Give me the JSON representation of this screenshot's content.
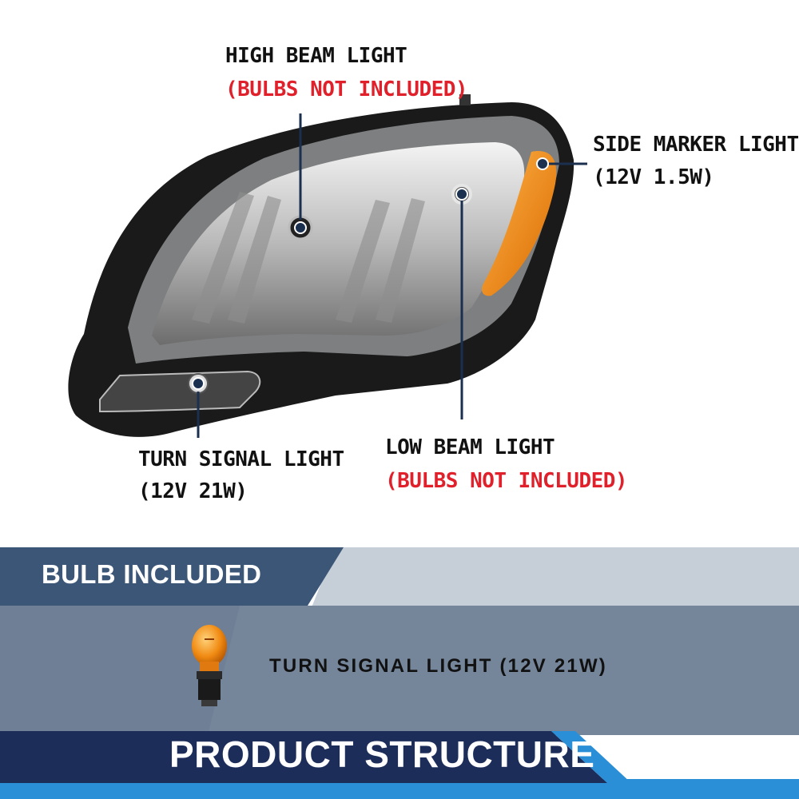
{
  "callouts": {
    "high_beam": {
      "label": "HIGH BEAM LIGHT",
      "note": "(BULBS NOT INCLUDED)"
    },
    "side_marker": {
      "label": "SIDE MARKER LIGHT",
      "spec": "(12V 1.5W)"
    },
    "turn_signal": {
      "label": "TURN SIGNAL LIGHT",
      "spec": "(12V 21W)"
    },
    "low_beam": {
      "label": "LOW BEAM LIGHT",
      "note": "(BULBS NOT INCLUDED)"
    }
  },
  "bulb_section": {
    "header": "BULB INCLUDED",
    "item": "TURN SIGNAL LIGHT (12V 21W)"
  },
  "footer": {
    "title": "PRODUCT STRUCTURE"
  },
  "colors": {
    "note_red": "#e0202a",
    "marker_amber": "#f08a12",
    "header_navy": "#3c5678",
    "panel_blue_gray": "#6f7f95",
    "footer_navy": "#1d2d5a",
    "footer_accent": "#2a8fd6"
  }
}
